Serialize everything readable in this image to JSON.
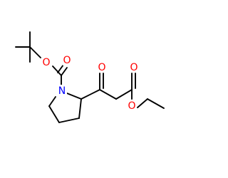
{
  "molecule": {
    "atoms": {
      "carbonyl_o_top": {
        "symbol": "O",
        "color": "#ff0000"
      },
      "ester_o_boc": {
        "symbol": "O",
        "color": "#ff0000"
      },
      "ring_n": {
        "symbol": "N",
        "color": "#0000ff"
      },
      "ketone_o": {
        "symbol": "O",
        "color": "#ff0000"
      },
      "ester_carbonyl_o": {
        "symbol": "O",
        "color": "#ff0000"
      },
      "ester_o_ethyl": {
        "symbol": "O",
        "color": "#ff0000"
      }
    },
    "bond_color": "#000000",
    "background": "#ffffff"
  }
}
